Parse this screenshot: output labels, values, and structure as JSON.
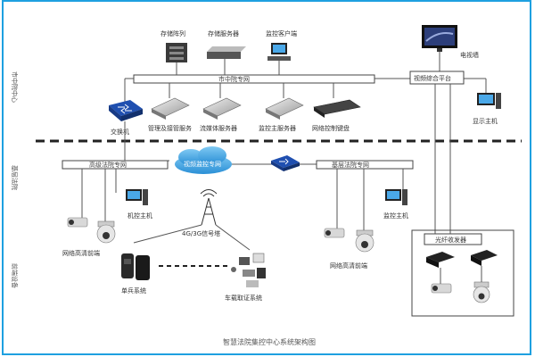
{
  "caption": "智慧法院集控中心系统架构图",
  "sections": {
    "top": "市中院中心",
    "middle": "基层法院",
    "bottom": "前端设备"
  },
  "networks": {
    "city_private": "市中院专网",
    "high_court_private": "高级法院专网",
    "video_private": "视频监控专网",
    "base_court_private": "基层法院专网"
  },
  "devices": {
    "storage_array": "存储阵列",
    "storage_server": "存储服务器",
    "monitor_client": "监控客户端",
    "tv_wall": "电视墙",
    "video_platform": "视频综合平台",
    "display_host": "显示主机",
    "switch": "交换机",
    "mgmt_server": "管理及接管服务",
    "stream_server": "流媒体服务器",
    "monitor_server": "监控主服务器",
    "network_keyboard": "网络控制键盘",
    "control_host_left": "机控主机",
    "control_host_right": "监控主机",
    "signal_tower": "4G/3G信号塔",
    "camera_left": "网络高清前端",
    "camera_right": "网络高清前端",
    "single_soldier": "单兵系统",
    "vehicle_system": "车载取证系统",
    "fiber_transceiver": "光纤收发器"
  },
  "colors": {
    "frame": "#1ea0e0",
    "cloud": "#3aa6e6",
    "switch_blue": "#1f4fb0"
  }
}
